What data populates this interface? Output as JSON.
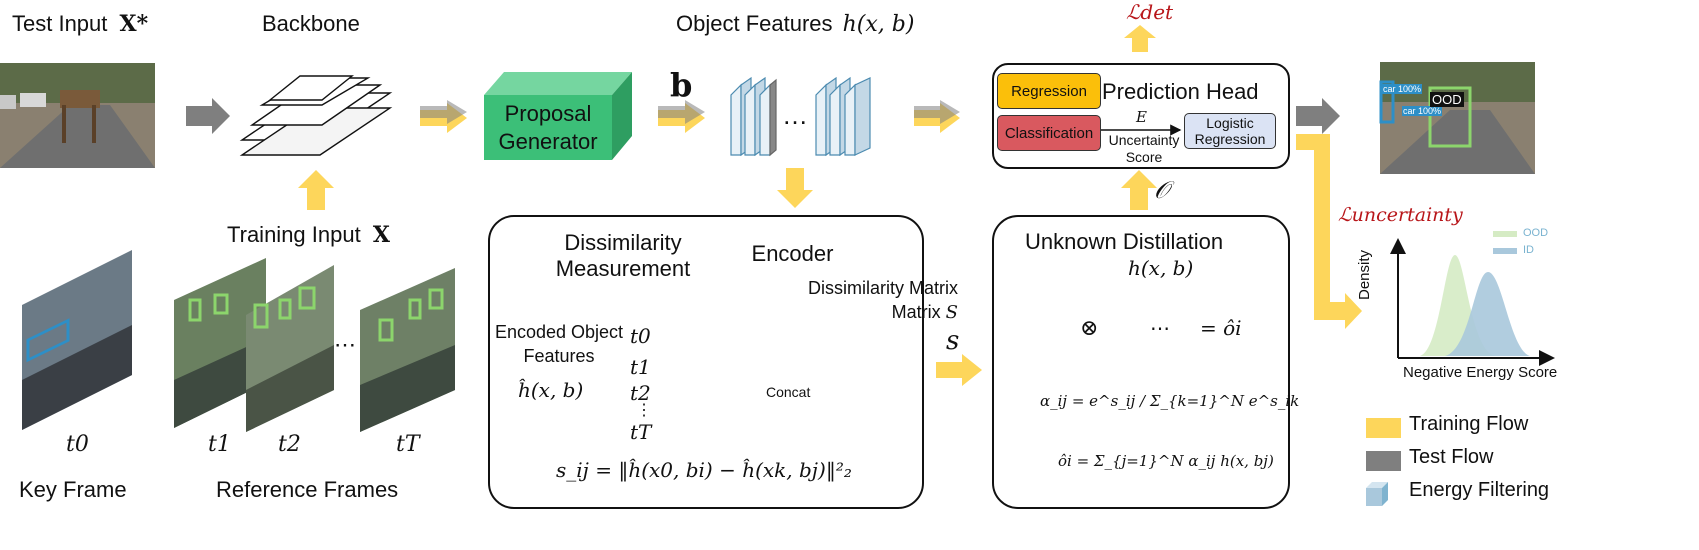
{
  "labels": {
    "test_input": "Test Input",
    "test_input_sym": "X*",
    "backbone": "Backbone",
    "training_input": "Training Input",
    "training_input_sym": "X",
    "object_features": "Object Features",
    "object_features_sym": "h(x, b)",
    "b": "b",
    "proposal_generator": "Proposal Generator",
    "l_det": "ℒdet",
    "l_uncertainty": "ℒuncertainty",
    "o_cal": "𝒪",
    "s": "s",
    "key_frame": "Key Frame",
    "reference_frames": "Reference Frames",
    "t0": "t0",
    "t1": "t1",
    "t2": "t2",
    "tT": "tT"
  },
  "prediction_head": {
    "title": "Prediction Head",
    "regression": "Regression",
    "classification": "Classification",
    "logistic": "Logistic Regression",
    "E": "E",
    "uncertainty_score": "Uncertainty Score"
  },
  "dissimilarity": {
    "title": "Dissimilarity Measurement",
    "encoder": "Encoder",
    "matrix_label": "Dissimilarity Matrix",
    "matrix_sym": "S",
    "encoded_features": "Encoded Object Features",
    "h_hat": "ĥ(x, b)",
    "concat": "Concat",
    "formula": "s_ij = ‖ĥ(x0, bi) − ĥ(xk, bj)‖²₂",
    "t_labels": [
      "t0",
      "t1",
      "t2",
      "⋮",
      "tT"
    ]
  },
  "distillation": {
    "title": "Unknown Distillation",
    "h": "h(x, b)",
    "otimes": "⊗",
    "equals_o": "= ôi",
    "alpha": "α_ij = e^s_ij / Σ_{k=1}^N e^s_ik",
    "ohat": "ôi = Σ_{j=1}^N α_ij h(x, bj)"
  },
  "output": {
    "car1": "car 100%",
    "car2": "car 100%",
    "ood": "OOD"
  },
  "density_chart": {
    "ylabel": "Density",
    "xlabel": "Negative Energy Score",
    "legend": [
      "OOD",
      "ID"
    ],
    "colors": {
      "OOD": "#d5ebc4",
      "ID": "#a9c8dc"
    }
  },
  "legend": {
    "training_flow": "Training Flow",
    "test_flow": "Test Flow",
    "energy_filtering": "Energy Filtering"
  },
  "colors": {
    "yellow": "#fdd65b",
    "gray": "#7f7f7f",
    "green": "#3cbf78",
    "regression": "#fbbf0a",
    "classification": "#d9595f",
    "logistic": "#dbe3f4",
    "encoder": "#6fc7a5",
    "loss_red": "#b8161a"
  }
}
